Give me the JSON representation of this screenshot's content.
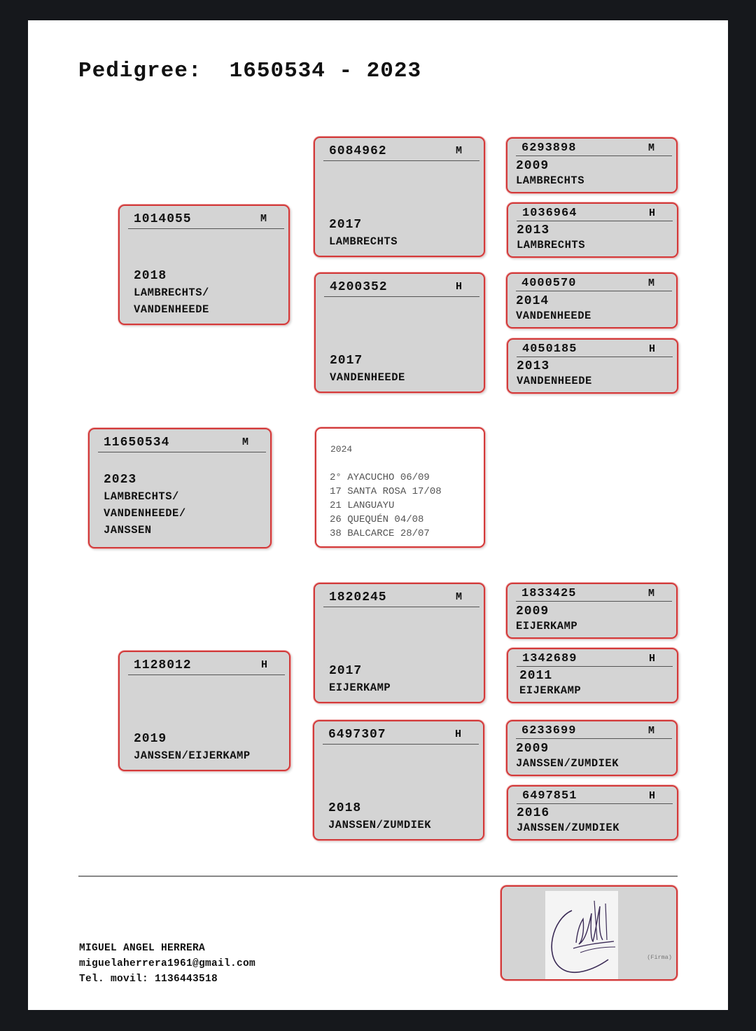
{
  "title": {
    "label": "Pedigree:",
    "value": "1650534 - 2023"
  },
  "subject": {
    "ring": "11650534",
    "sex": "M",
    "year": "2023",
    "breed_lines": [
      "LAMBRECHTS/",
      "VANDENHEEDE/",
      "JANSSEN"
    ]
  },
  "sire": {
    "ring": "1014055",
    "sex": "M",
    "year": "2018",
    "breed_lines": [
      "LAMBRECHTS/",
      "VANDENHEEDE"
    ]
  },
  "dam": {
    "ring": "1128012",
    "sex": "H",
    "year": "2019",
    "breed_lines": [
      "JANSSEN/EIJERKAMP"
    ]
  },
  "grandparents": [
    {
      "ring": "6084962",
      "sex": "M",
      "year": "2017",
      "breed": "LAMBRECHTS"
    },
    {
      "ring": "4200352",
      "sex": "H",
      "year": "2017",
      "breed": "VANDENHEEDE"
    },
    {
      "ring": "1820245",
      "sex": "M",
      "year": "2017",
      "breed": "EIJERKAMP"
    },
    {
      "ring": "6497307",
      "sex": "H",
      "year": "2018",
      "breed": "JANSSEN/ZUMDIEK"
    }
  ],
  "great_grandparents": [
    {
      "ring": "6293898",
      "sex": "M",
      "year": "2009",
      "breed": "LAMBRECHTS"
    },
    {
      "ring": "1036964",
      "sex": "H",
      "year": "2013",
      "breed": "LAMBRECHTS"
    },
    {
      "ring": "4000570",
      "sex": "M",
      "year": "2014",
      "breed": "VANDENHEEDE"
    },
    {
      "ring": "4050185",
      "sex": "H",
      "year": "2013",
      "breed": "VANDENHEEDE"
    },
    {
      "ring": "1833425",
      "sex": "M",
      "year": "2009",
      "breed": "EIJERKAMP"
    },
    {
      "ring": "1342689",
      "sex": "H",
      "year": "2011",
      "breed": "EIJERKAMP"
    },
    {
      "ring": "6233699",
      "sex": "M",
      "year": "2009",
      "breed": "JANSSEN/ZUMDIEK"
    },
    {
      "ring": "6497851",
      "sex": "H",
      "year": "2016",
      "breed": "JANSSEN/ZUMDIEK"
    }
  ],
  "results": {
    "year": "2024",
    "items": [
      "2° AYACUCHO 06/09",
      "17 SANTA ROSA 17/08",
      "21 LANGUAYU",
      "26 QUEQUÉN 04/08",
      "38 BALCARCE 28/07"
    ]
  },
  "owner": {
    "name": "MIGUEL ANGEL HERRERA",
    "email": "miguelaherrera1961@gmail.com",
    "phone": "Tel. movil: 1136443518"
  },
  "signature": {
    "caption": "(Firma)"
  },
  "colors": {
    "card_fill": "#d4d4d4",
    "card_border": "#d23a3a",
    "background": "#16181c"
  }
}
